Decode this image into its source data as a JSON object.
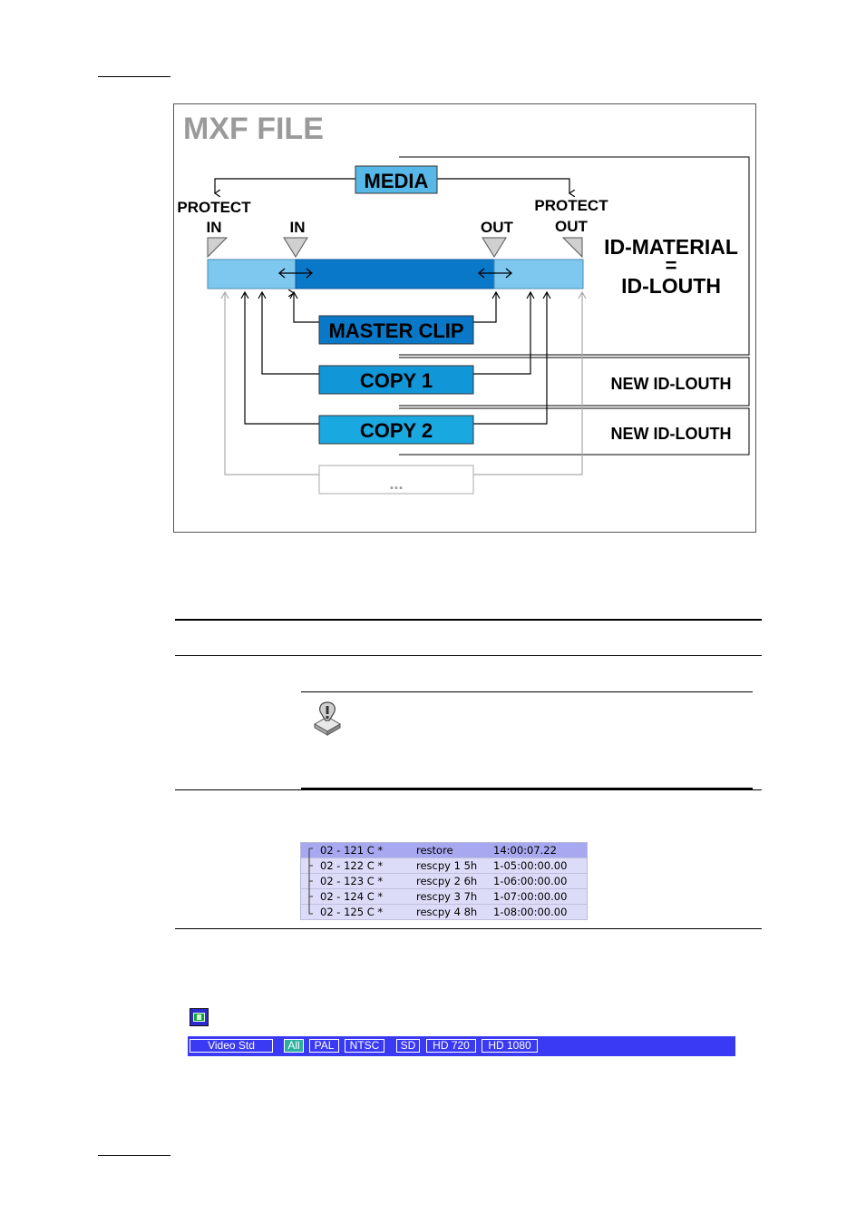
{
  "diagram": {
    "title": "MXF FILE",
    "media_label": "MEDIA",
    "protect_in_label_1": "PROTECT",
    "protect_in_label_2": "IN",
    "in_label": "IN",
    "out_label": "OUT",
    "protect_out_label_1": "PROTECT",
    "protect_out_label_2": "OUT",
    "id_material_line1": "ID-MATERIAL",
    "id_material_line2": "=",
    "id_material_line3": "ID-LOUTH",
    "master_clip_label": "MASTER CLIP",
    "copy1_label": "COPY 1",
    "copy2_label": "COPY 2",
    "more_label": "...",
    "new_id_louth_1": "NEW ID-LOUTH",
    "new_id_louth_2": "NEW ID-LOUTH"
  },
  "clip_list": {
    "rows": [
      {
        "id": "02 - 121 C *",
        "name": "restore",
        "time": "14:00:07.22",
        "selected": true
      },
      {
        "id": "02 - 122 C *",
        "name": "rescpy 1 5h",
        "time": "1-05:00:00.00",
        "selected": false
      },
      {
        "id": "02 - 123 C *",
        "name": "rescpy 2 6h",
        "time": "1-06:00:00.00",
        "selected": false
      },
      {
        "id": "02 - 124 C *",
        "name": "rescpy 3 7h",
        "time": "1-07:00:00.00",
        "selected": false
      },
      {
        "id": "02 - 125 C *",
        "name": "rescpy 4 8h",
        "time": "1-08:00:00.00",
        "selected": false
      }
    ]
  },
  "filter_bar": {
    "video_std_label": "Video Std",
    "buttons": [
      {
        "label": "All",
        "active": true
      },
      {
        "label": "PAL",
        "active": false
      },
      {
        "label": "NTSC",
        "active": false
      },
      {
        "label": "SD",
        "active": false
      },
      {
        "label": "HD 720",
        "active": false
      },
      {
        "label": "HD 1080",
        "active": false
      }
    ]
  },
  "icons": {
    "note": "note-icon",
    "video_filter": "video-filter-icon"
  },
  "colors": {
    "media_box": "#57b8e8",
    "timeline_light": "#7ec8f0",
    "timeline_dark": "#0a78c8",
    "master_clip": "#0a78c8",
    "copy_box": "#1196d8",
    "filter_bar": "#3a3af5",
    "active_filter": "#2bb0a0",
    "selected_row": "#a8a8f0",
    "row": "#dcdcf8"
  }
}
